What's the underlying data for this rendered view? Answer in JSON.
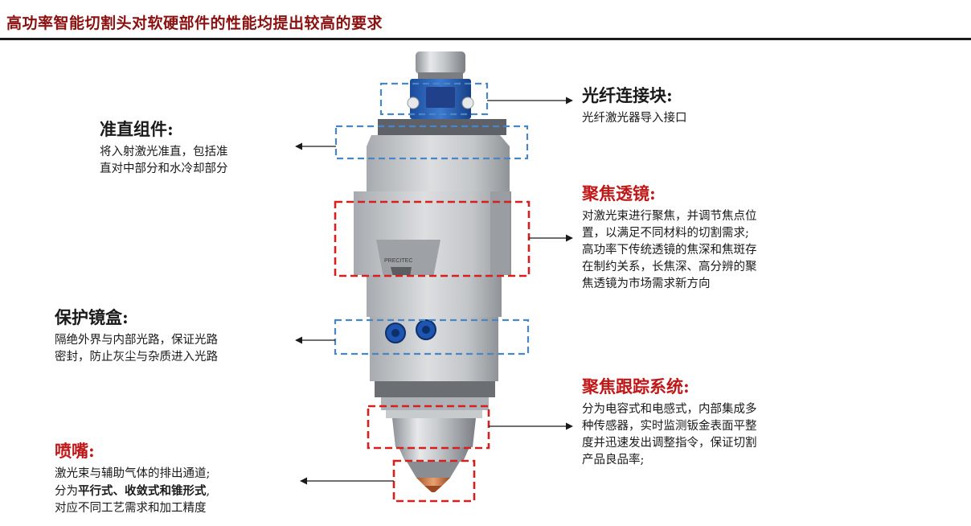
{
  "title": "高功率智能切割头对软硬部件的性能均提出较高的要求",
  "brand_text": "PRECITEC",
  "colors": {
    "blue_box": "#4a86c5",
    "red_box": "#d61f1f",
    "title": "#8b1010",
    "red_heading": "#c01818"
  },
  "callouts": [
    {
      "id": "fiber",
      "heading": "光纤连接块:",
      "lines": [
        "光纤激光器导入接口"
      ]
    },
    {
      "id": "collimator",
      "heading": "准直组件:",
      "lines": [
        "将入射激光准直，包括准",
        "直对中部分和水冷却部分"
      ]
    },
    {
      "id": "focus-lens",
      "heading": "聚焦透镜:",
      "lines": [
        "对激光束进行聚焦，并调节焦点位",
        "置，以满足不同材料的切割需求;",
        "高功率下传统透镜的焦深和焦斑存",
        "在制约关系，长焦深、高分辨的聚",
        "焦透镜为市场需求新方向"
      ]
    },
    {
      "id": "protect",
      "heading": "保护镜盒:",
      "lines": [
        "隔绝外界与内部光路，保证光路",
        "密封，防止灰尘与杂质进入光路"
      ]
    },
    {
      "id": "tracking",
      "heading": "聚焦跟踪系统:",
      "lines": [
        "分为电容式和电感式，内部集成多",
        "种传感器，实时监测钣金表面平整",
        "度并迅速发出调整指令，保证切割",
        "产品良品率;"
      ]
    },
    {
      "id": "nozzle",
      "heading": "喷嘴:",
      "line1": "激光束与辅助气体的排出通道;",
      "line2_pre": "分为",
      "line2_bold": "平行式、收敛式和锥形式",
      "line2_post": ",",
      "line3": "对应不同工艺需求和加工精度"
    }
  ]
}
